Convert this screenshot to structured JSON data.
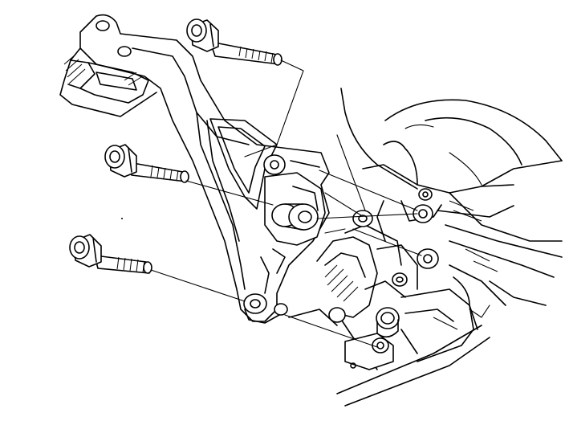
{
  "diagram": {
    "parts": [
      {
        "id": "bracket",
        "name": "mounting-bracket"
      },
      {
        "id": "bolt-top",
        "name": "flange-bolt"
      },
      {
        "id": "bolt-middle",
        "name": "flange-bolt"
      },
      {
        "id": "bolt-bottom",
        "name": "flange-bolt"
      },
      {
        "id": "engine-block",
        "name": "engine-block"
      }
    ],
    "colors": {
      "line": "#000000",
      "background": "#ffffff"
    }
  }
}
